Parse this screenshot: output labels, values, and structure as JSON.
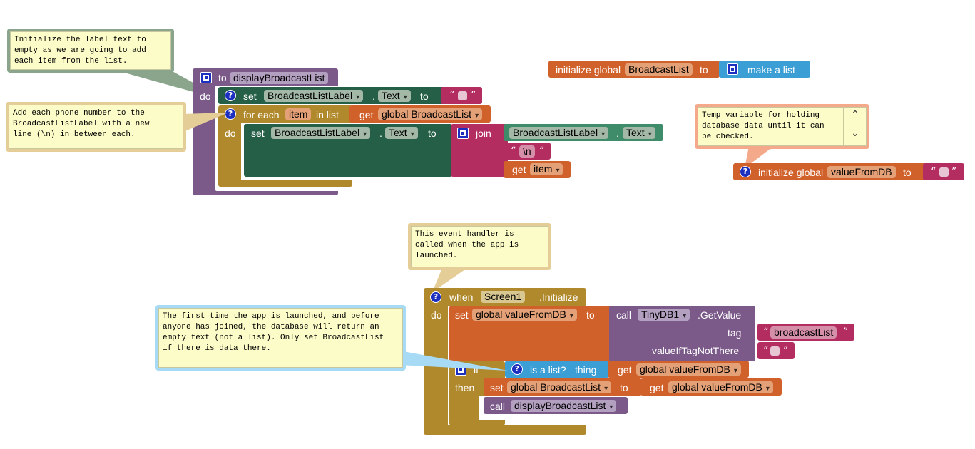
{
  "comments": {
    "label_text": "Initialize the label text to\nempty as we are going to add\neach item from the list.",
    "phone_number": "Add each phone number to the\nBroadcastListLabel with a new\nline (\\n) in between each.",
    "temp_variable": "Temp variable for holding\ndatabase data until it can\nbe checked.",
    "event_handler": "This event handler is\ncalled when the app is\nlaunched.",
    "first_time": "The first time the app is launched, and before\nanyone has joined, the database will return an\nempty text (not a list). Only set BroadcastList\nif there is data there."
  },
  "proc": {
    "to": "to",
    "name": "displayBroadcastList",
    "do": "do",
    "set": "set",
    "component": "BroadcastListLabel",
    "dot": ".",
    "prop": "Text",
    "to2": "to",
    "open_q": "“",
    "close_q": "”",
    "for_each": "for each",
    "item": "item",
    "in_list": "in list",
    "get": "get",
    "global_list": "global BroadcastList",
    "do2": "do",
    "set2": "set",
    "component2": "BroadcastListLabel",
    "prop2": "Text",
    "to3": "to",
    "join": "join",
    "component3": "BroadcastListLabel",
    "prop3": "Text",
    "newline": "\\n",
    "get2": "get",
    "item2": "item"
  },
  "global_list": {
    "initialize": "initialize global",
    "name": "BroadcastList",
    "to": "to",
    "make_list": "make a list"
  },
  "global_db": {
    "initialize": "initialize global",
    "name": "valueFromDB",
    "to": "to"
  },
  "event": {
    "when": "when",
    "component": "Screen1",
    "event": ".Initialize",
    "do": "do",
    "set": "set",
    "var": "global valueFromDB",
    "to": "to",
    "call": "call",
    "db": "TinyDB1",
    "method": ".GetValue",
    "tag": "tag",
    "tag_value": "broadcastList",
    "value_if": "valueIfTagNotThere",
    "is_list": "is a list?",
    "thing": "thing",
    "get": "get",
    "get_var": "global valueFromDB",
    "then": "then",
    "set2": "set",
    "set_var": "global BroadcastList",
    "to2": "to",
    "get2": "get",
    "get_var2": "global valueFromDB",
    "call2": "call",
    "proc_call": "displayBroadcastList",
    "if_partial": "if"
  },
  "colors": {
    "procedure": "#7b5a8a",
    "component_set": "#255f48",
    "component_get": "#3f8c6b",
    "control": "#b0892c",
    "variable": "#d0612b",
    "text": "#b42d60",
    "list": "#3b9fd6"
  }
}
